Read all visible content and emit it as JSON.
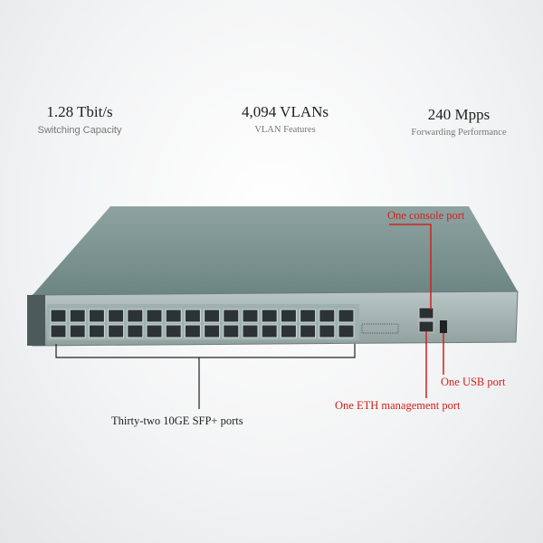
{
  "stats": [
    {
      "value": "1.28 Tbit/s",
      "label": "Switching Capacity"
    },
    {
      "value": "4,094 VLANs",
      "label": "VLAN Features"
    },
    {
      "value": "240 Mpps",
      "label": "Forwarding Performance"
    }
  ],
  "callouts": {
    "console": "One console port",
    "usb": "One USB port",
    "eth": "One ETH management port",
    "sfp": "Thirty-two 10GE SFP+ ports"
  },
  "colors": {
    "callout_red": "#d0211c",
    "chassis": "#6f8a88"
  }
}
